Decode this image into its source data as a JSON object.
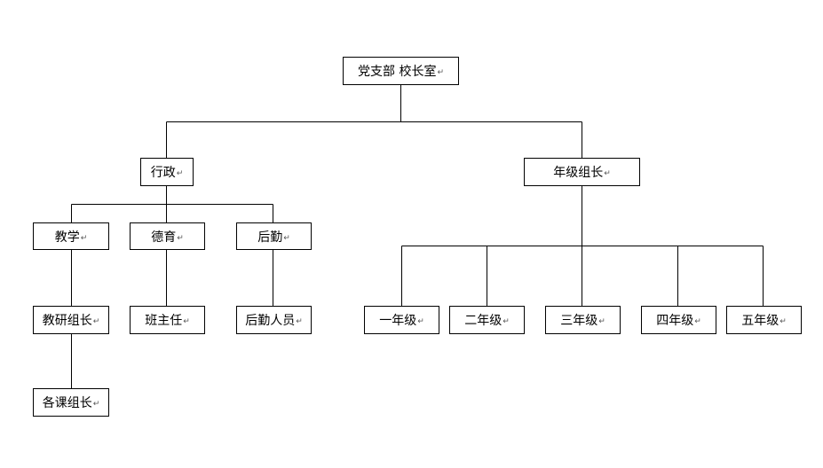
{
  "return_mark": "↵",
  "root": {
    "label": "党支部 校长室"
  },
  "admin": {
    "label": "行政"
  },
  "grade_leader": {
    "label": "年级组长"
  },
  "departments": [
    {
      "label": "教学",
      "child": "教研组长"
    },
    {
      "label": "德育",
      "child": "班主任"
    },
    {
      "label": "后勤",
      "child": "后勤人员"
    }
  ],
  "teaching_sub": {
    "label": "各课组长"
  },
  "grades": [
    {
      "label": "一年级"
    },
    {
      "label": "二年级"
    },
    {
      "label": "三年级"
    },
    {
      "label": "四年级"
    },
    {
      "label": "五年级"
    }
  ],
  "colors": {
    "line": "#000000",
    "border": "#000000",
    "background": "#ffffff"
  }
}
